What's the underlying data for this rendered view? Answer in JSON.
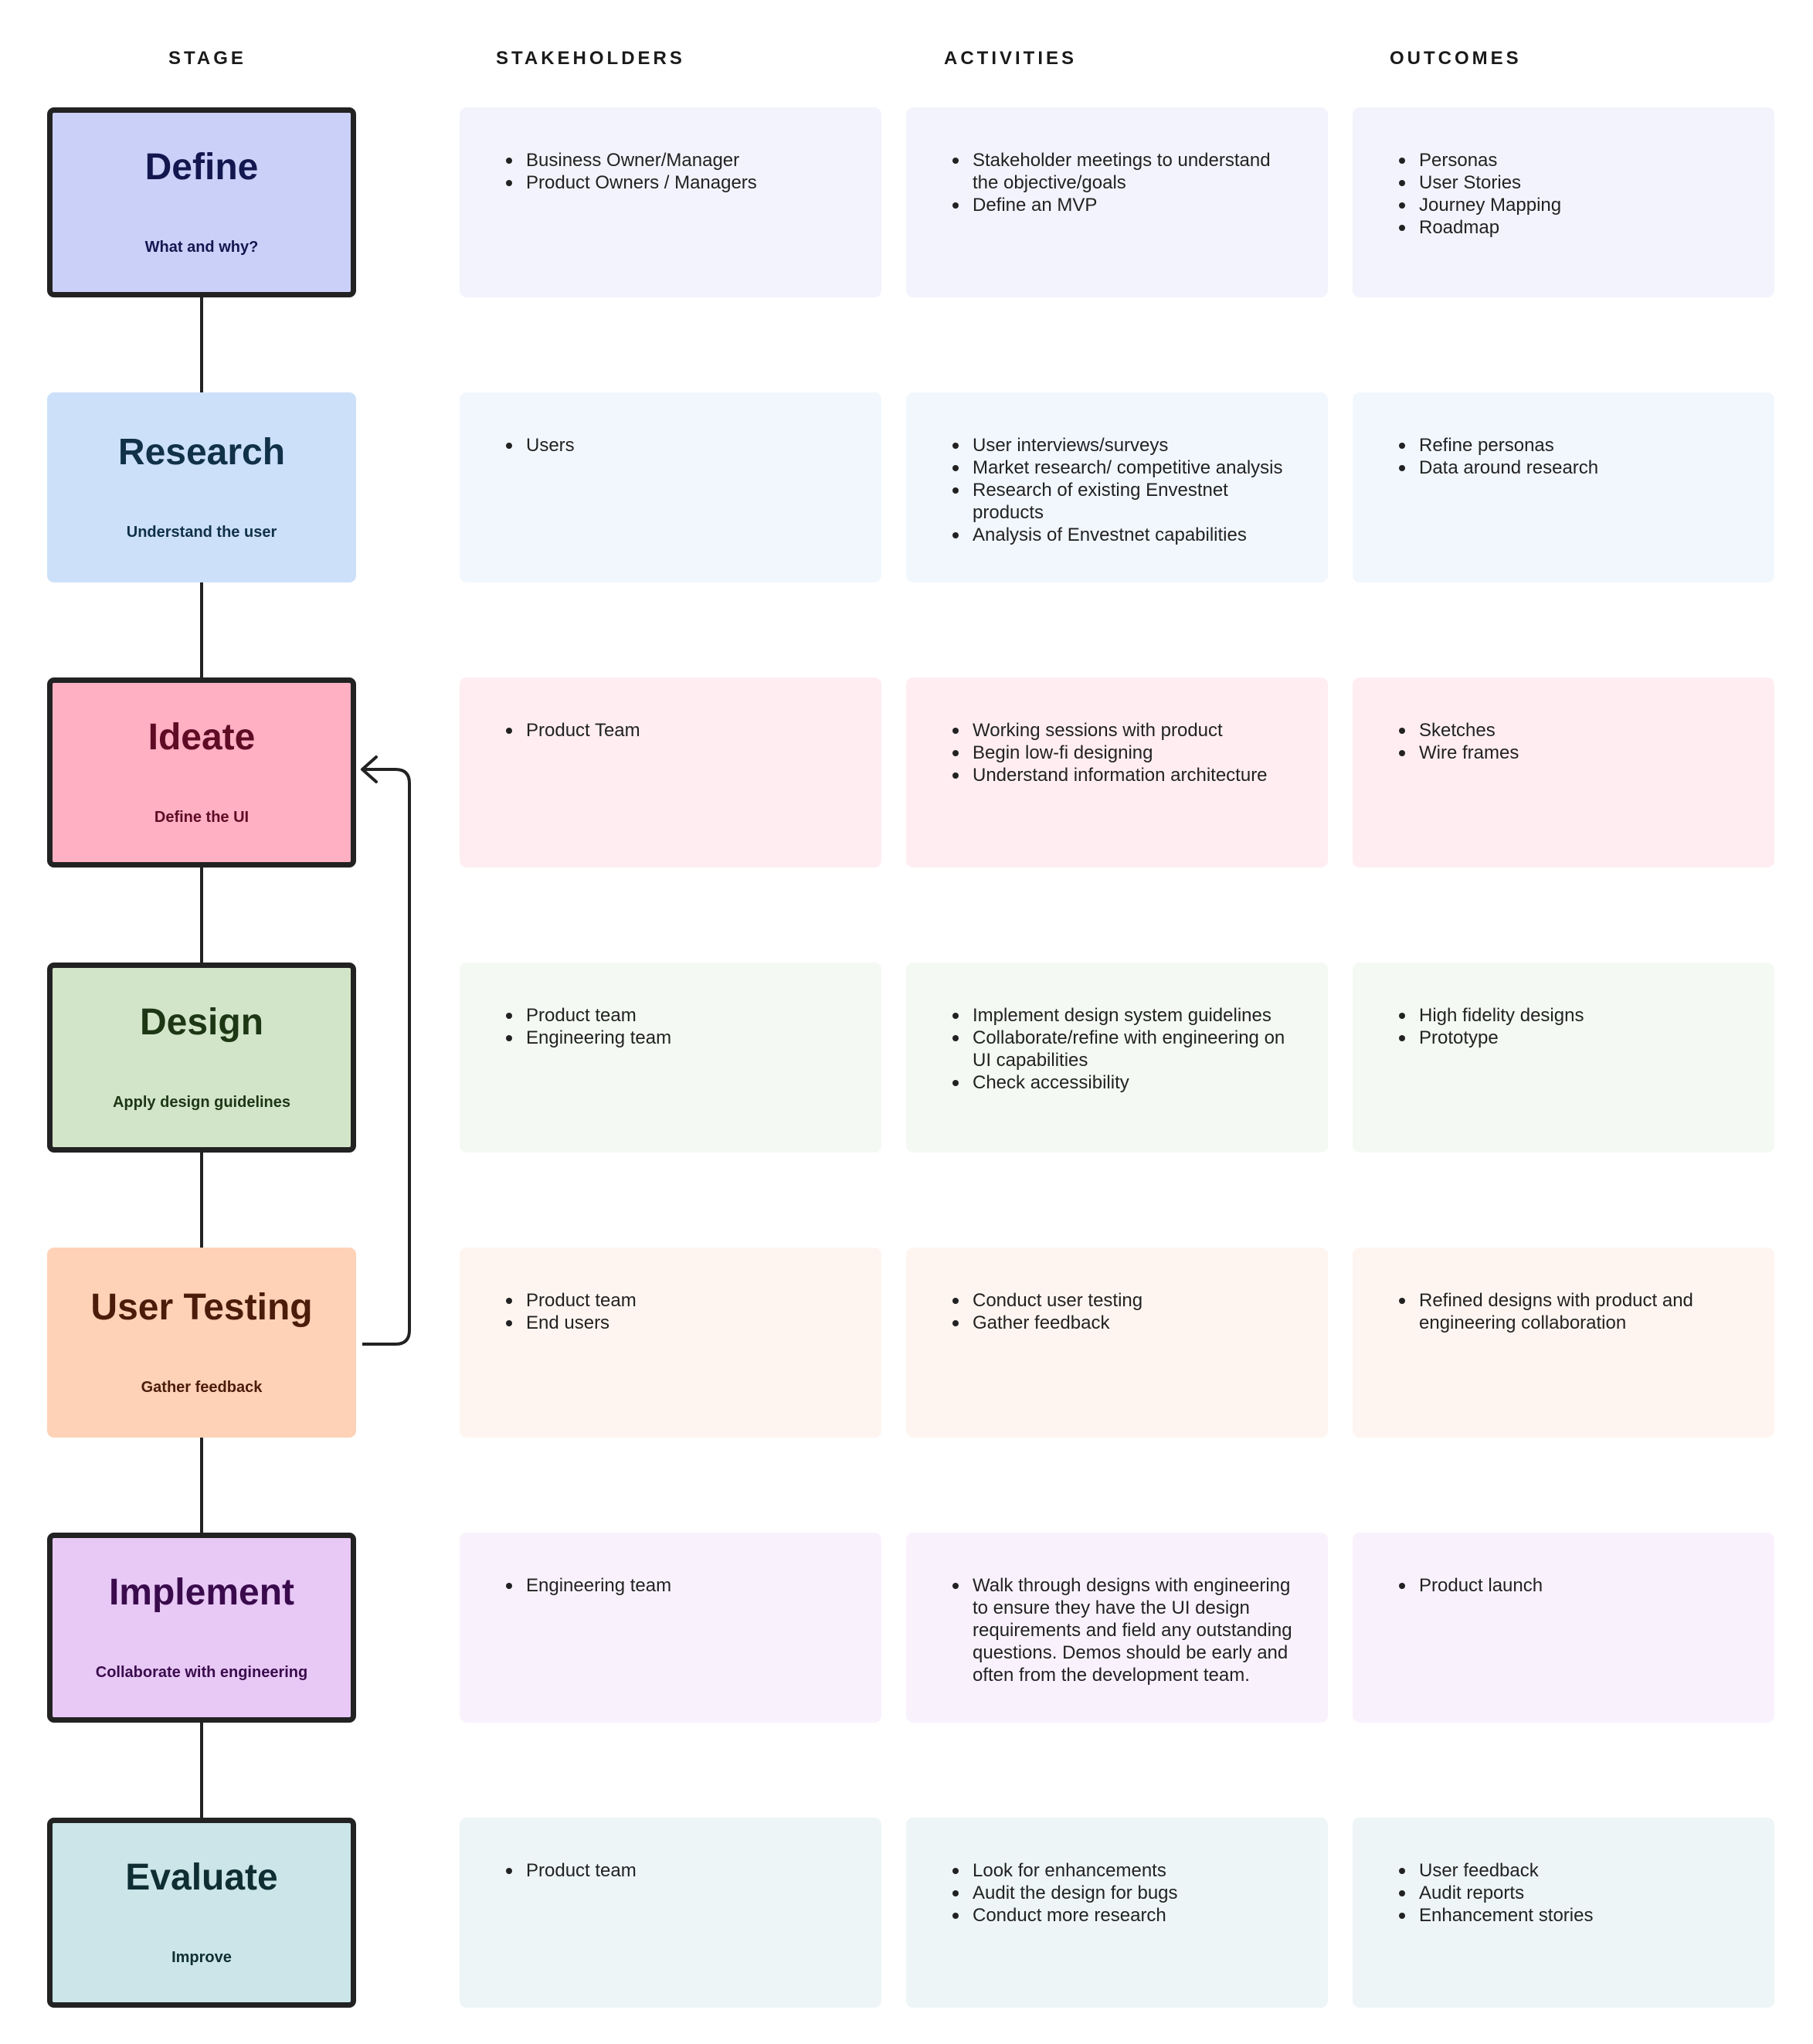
{
  "headers": {
    "stage": "STAGE",
    "stakeholders": "STAKEHOLDERS",
    "activities": "ACTIVITIES",
    "outcomes": "OUTCOMES"
  },
  "stages": [
    {
      "id": "define",
      "title": "Define",
      "subtitle": "What and why?",
      "bordered": true,
      "fill": "#cad0f8",
      "text_color": "#13174f",
      "card_bg": "#f3f3fd",
      "stakeholders": [
        "Business Owner/Manager",
        "Product Owners / Managers"
      ],
      "activities": [
        "Stakeholder meetings to understand the objective/goals",
        "Define an MVP"
      ],
      "outcomes": [
        "Personas",
        "User Stories",
        "Journey Mapping",
        "Roadmap"
      ]
    },
    {
      "id": "research",
      "title": "Research",
      "subtitle": "Understand the user",
      "bordered": false,
      "fill": "#cce0f9",
      "text_color": "#103148",
      "card_bg": "#f2f7fe",
      "stakeholders": [
        "Users"
      ],
      "activities": [
        "User interviews/surveys",
        "Market research/ competitive analysis",
        "Research of existing Envestnet products",
        "Analysis of Envestnet capabilities"
      ],
      "outcomes": [
        "Refine personas",
        "Data around research"
      ]
    },
    {
      "id": "ideate",
      "title": "Ideate",
      "subtitle": "Define the UI",
      "bordered": true,
      "fill": "#ffb0c3",
      "text_color": "#5e0b25",
      "card_bg": "#ffedf1",
      "stakeholders": [
        "Product Team"
      ],
      "activities": [
        "Working sessions with product",
        "Begin low-fi designing",
        "Understand information architecture"
      ],
      "outcomes": [
        "Sketches",
        "Wire frames"
      ]
    },
    {
      "id": "design",
      "title": "Design",
      "subtitle": "Apply design guidelines",
      "bordered": true,
      "fill": "#d2e5c8",
      "text_color": "#1d3614",
      "card_bg": "#f4f9f3",
      "stakeholders": [
        "Product team",
        "Engineering team"
      ],
      "activities": [
        "Implement design system guidelines",
        "Collaborate/refine with engineering on UI capabilities",
        "Check accessibility"
      ],
      "outcomes": [
        "High fidelity designs",
        "Prototype"
      ]
    },
    {
      "id": "user-testing",
      "title": "User Testing",
      "subtitle": "Gather feedback",
      "bordered": false,
      "fill": "#fdd2b7",
      "text_color": "#4b1c0a",
      "card_bg": "#fff5f0",
      "stakeholders": [
        "Product team",
        "End users"
      ],
      "activities": [
        "Conduct user testing",
        "Gather feedback"
      ],
      "outcomes": [
        "Refined designs with product and engineering collaboration"
      ]
    },
    {
      "id": "implement",
      "title": "Implement",
      "subtitle": "Collaborate with engineering",
      "bordered": true,
      "fill": "#e8c9f6",
      "text_color": "#3a0b4c",
      "card_bg": "#f9f2fd",
      "stakeholders": [
        "Engineering team"
      ],
      "activities": [
        "Walk through designs with engineering to ensure they have the UI design requirements and field any outstanding questions. Demos should be early and often from the development team."
      ],
      "outcomes": [
        "Product launch"
      ]
    },
    {
      "id": "evaluate",
      "title": "Evaluate",
      "subtitle": "Improve",
      "bordered": true,
      "fill": "#cbe5e8",
      "text_color": "#0f2e33",
      "card_bg": "#edf5f6",
      "stakeholders": [
        "Product team"
      ],
      "activities": [
        "Look for enhancements",
        "Audit the design for bugs",
        "Conduct more research"
      ],
      "outcomes": [
        "User feedback",
        "Audit reports",
        "Enhancement stories"
      ]
    }
  ],
  "feedback_loop": {
    "from": "user-testing",
    "to": "ideate"
  }
}
